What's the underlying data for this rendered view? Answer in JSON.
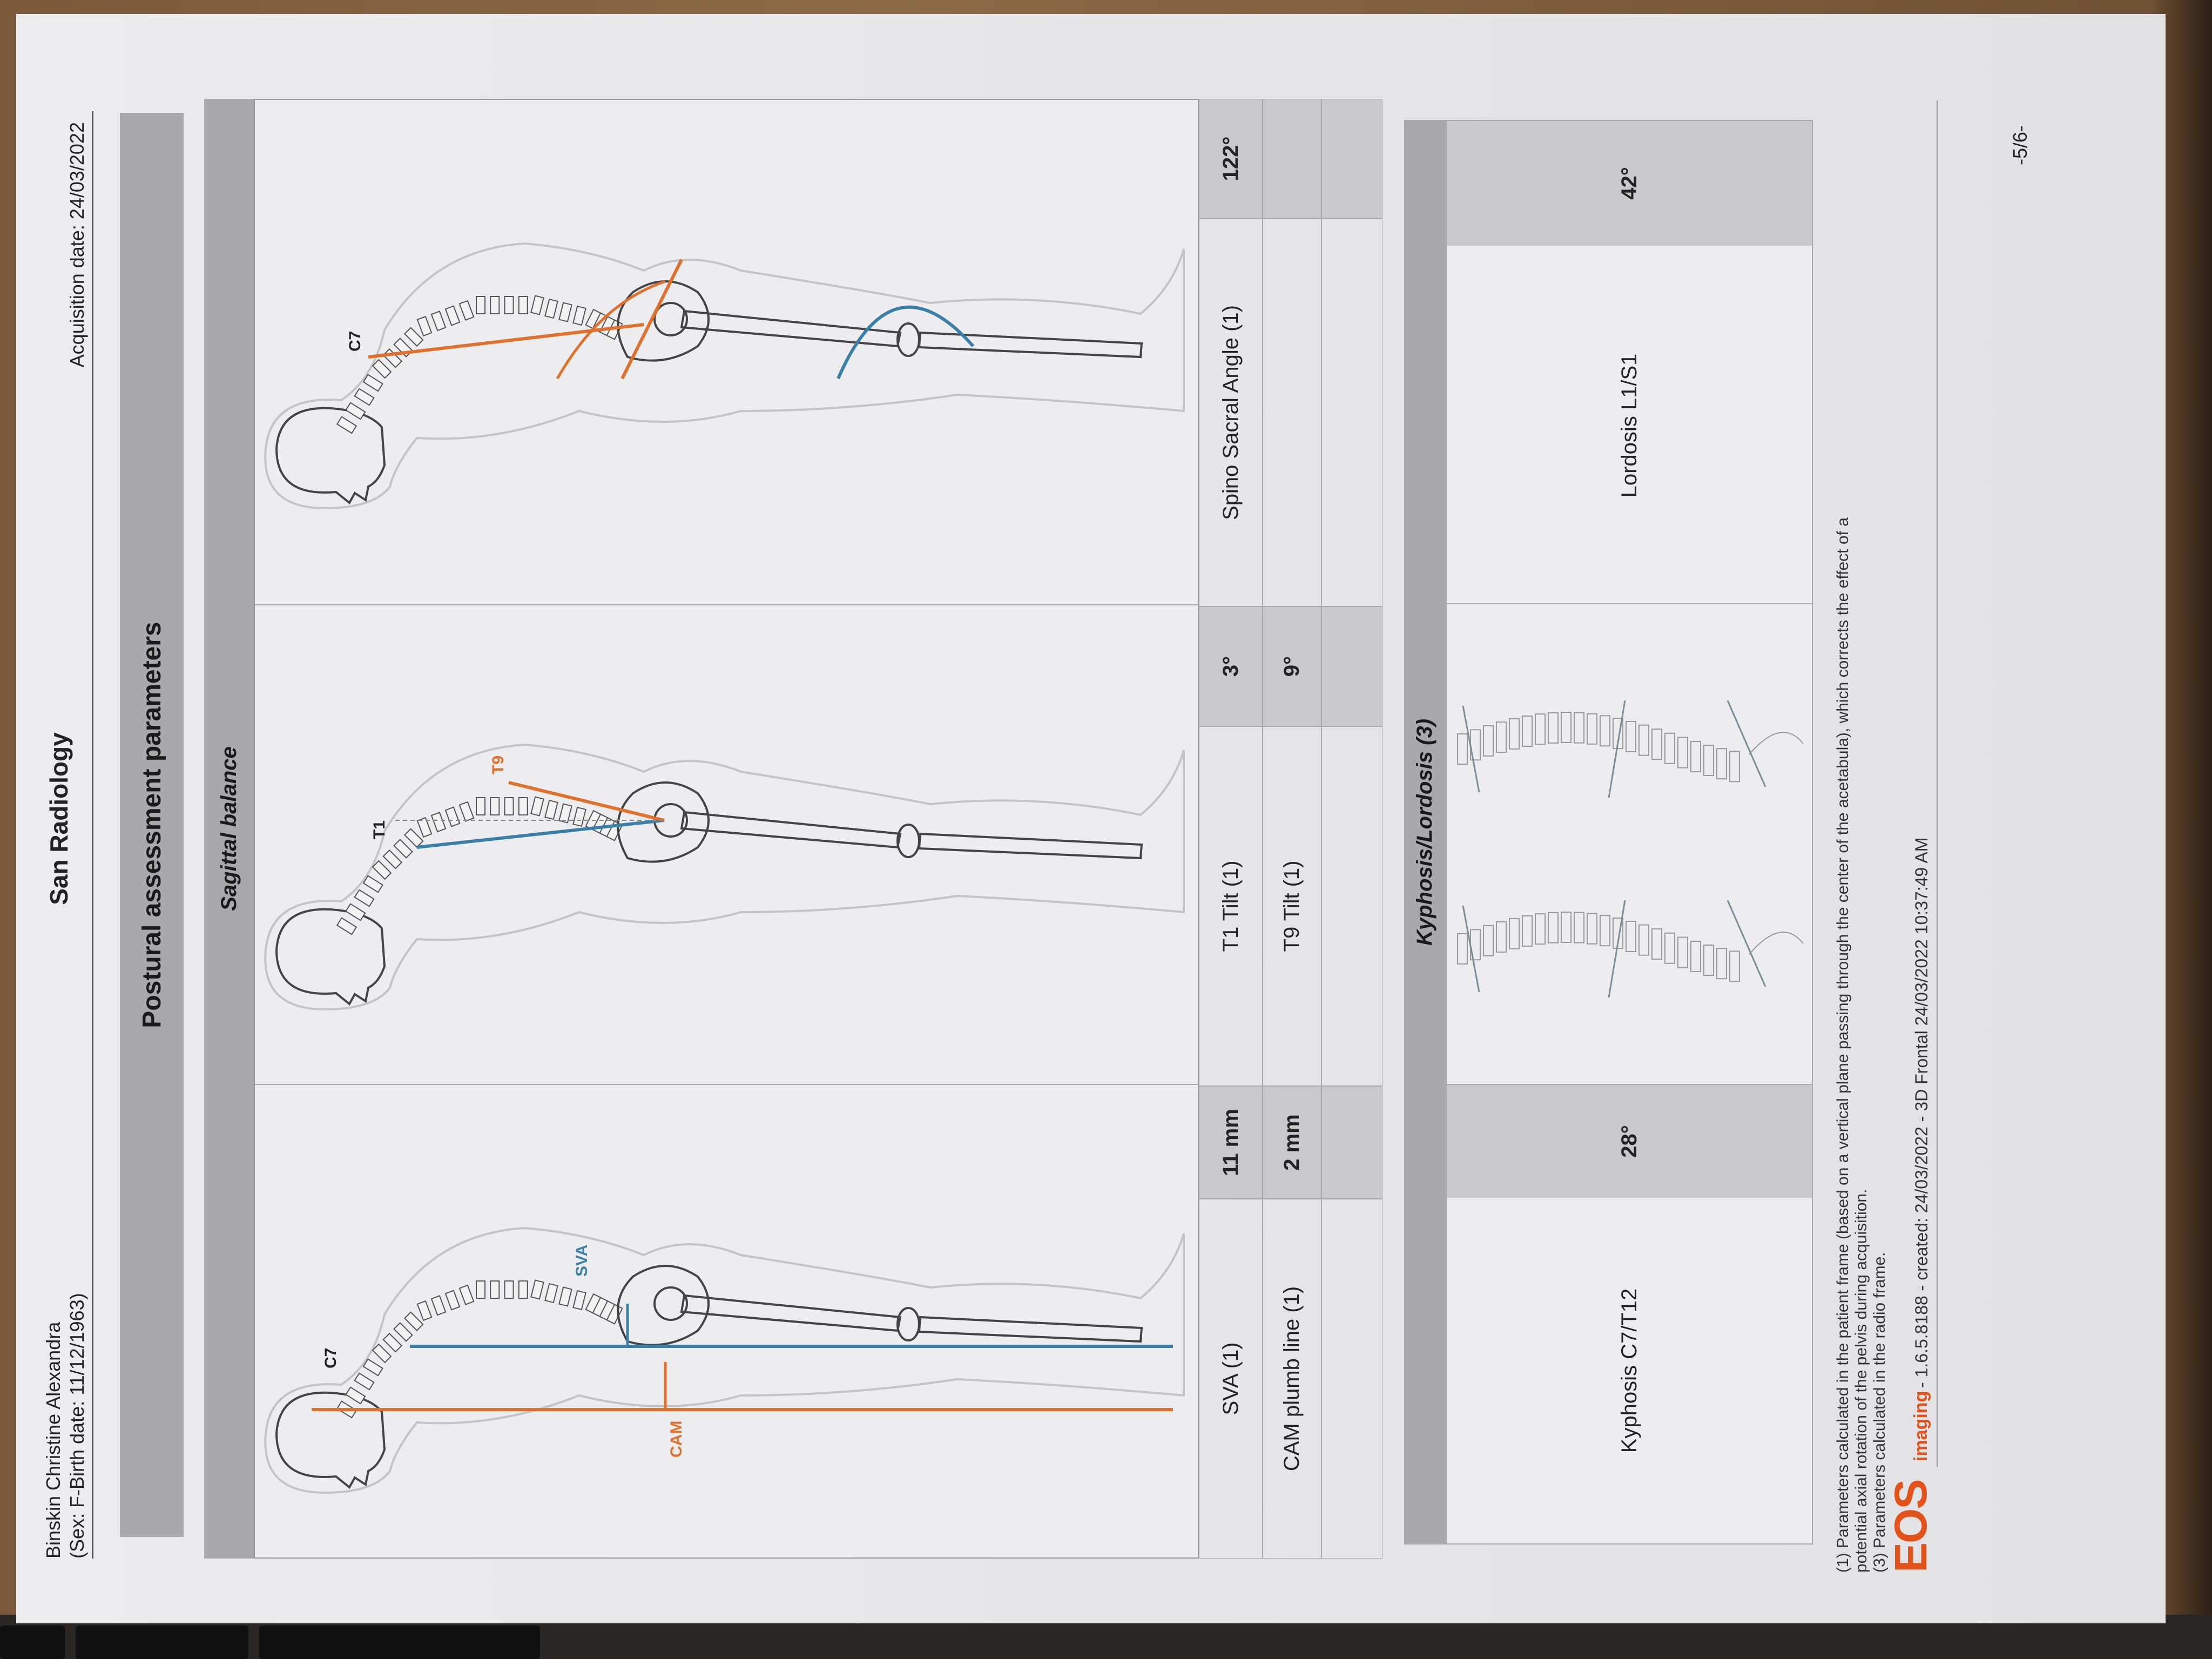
{
  "header": {
    "patient_name": "Binskin Christine Alexandra",
    "patient_info": "(Sex: F-Birth date: 11/12/1963)",
    "institution": "San Radiology",
    "acquisition_date": "Acquisition date: 24/03/2022"
  },
  "sections": {
    "postural": "Postural assessment parameters",
    "sagittal": "Sagittal balance",
    "kyphosis_lordosis": "Kyphosis/Lordosis (3)"
  },
  "figure_labels": {
    "panel1": {
      "c7": "C7",
      "sva": "SVA",
      "cam": "CAM"
    },
    "panel2": {
      "t1": "T1",
      "t9": "T9"
    },
    "panel3": {
      "c7": "C7"
    }
  },
  "sagittal_table": [
    [
      {
        "label": "SVA (1)",
        "value": "11 mm"
      },
      {
        "label": "T1 Tilt (1)",
        "value": "3°"
      },
      {
        "label": "Spino Sacral Angle (1)",
        "value": "122°"
      }
    ],
    [
      {
        "label": "CAM plumb line (1)",
        "value": "2 mm"
      },
      {
        "label": "T9 Tilt (1)",
        "value": "9°"
      },
      {
        "label": "",
        "value": ""
      }
    ],
    [
      {
        "label": "",
        "value": ""
      },
      {
        "label": "",
        "value": ""
      },
      {
        "label": "",
        "value": ""
      }
    ]
  ],
  "kyphosis": {
    "label": "Kyphosis C7/T12",
    "value": "28°"
  },
  "lordosis": {
    "label": "Lordosis L1/S1",
    "value": "42°"
  },
  "footnotes": [
    "(1) Parameters calculated in the patient frame (based on a vertical plane passing through the center of the acetabula), which corrects the effect of a",
    "potential axial rotation of the pelvis during acquisition.",
    "(3) Parameters calculated in the radio frame."
  ],
  "footer": {
    "logo": "EOS",
    "logo_sub": "imaging",
    "version": " - 1.6.5.8188 - created: 24/03/2022 - 3D Frontal 24/03/2022 10:37:49 AM",
    "page": "-5/6-"
  },
  "colors": {
    "orange": "#e0702a",
    "blue": "#3a7fa8",
    "bar": "#a9a9ab",
    "shade": "#c9c9cb"
  }
}
